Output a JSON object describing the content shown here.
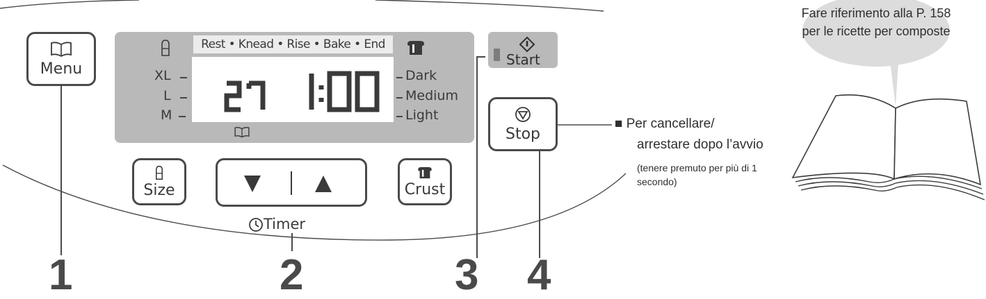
{
  "buttons": {
    "menu_label": "Menu",
    "size_label": "Size",
    "crust_label": "Crust",
    "start_label": "Start",
    "stop_label": "Stop",
    "timer_label": "Timer"
  },
  "display": {
    "stages": "Rest • Knead • Rise • Bake • End",
    "size_levels": [
      "XL",
      "L",
      "M"
    ],
    "crust_levels": [
      "Dark",
      "Medium",
      "Light"
    ],
    "menu_number": "27",
    "time": "1:00"
  },
  "callouts": [
    "1",
    "2",
    "3",
    "4"
  ],
  "notes": {
    "stop_line1": "■ Per cancellare/",
    "stop_line2": "arrestare dopo l’avvio",
    "stop_small": "(tenere premuto per più di 1 secondo)",
    "bubble": "Fare riferimento alla P. 158 per le ricette per composte"
  },
  "icons": {
    "menu": "book-icon",
    "size": "loaf-icon",
    "crust": "bread-slice-icon",
    "start": "start-diamond-icon",
    "stop": "stop-circle-icon",
    "timer": "clock-icon"
  },
  "colors": {
    "panel": "#b9b9b9",
    "outline": "#4a4a4a",
    "stage_strip": "#ececec"
  }
}
